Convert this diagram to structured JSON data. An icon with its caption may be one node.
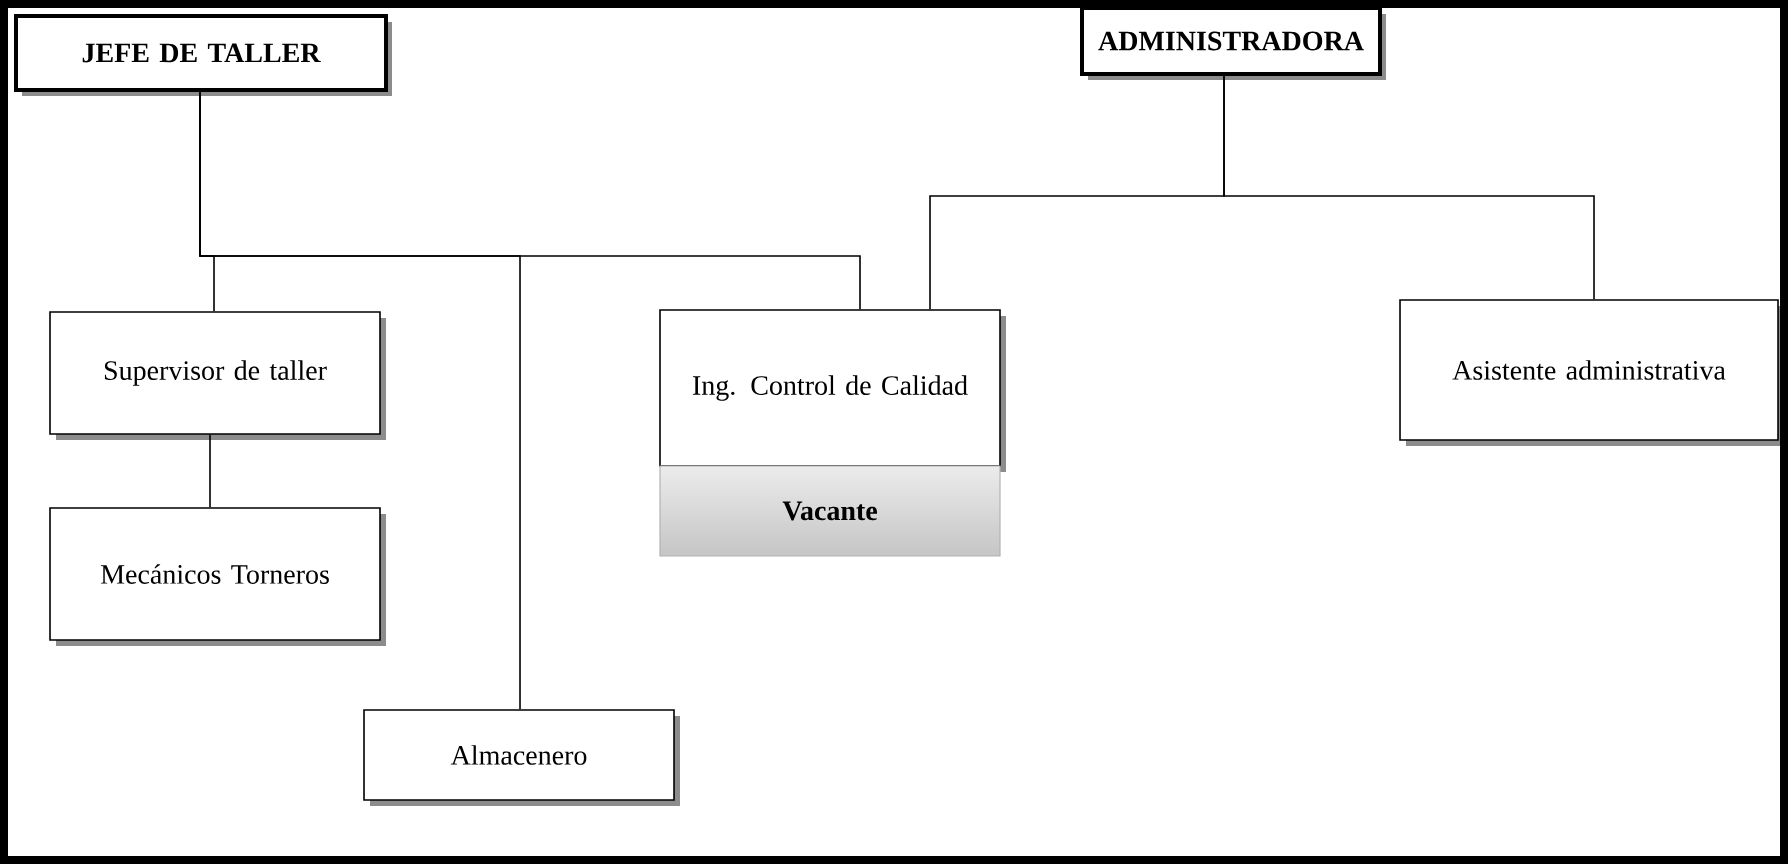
{
  "diagram": {
    "nodes": [
      {
        "text": [
          "JEFE DE TALLER"
        ]
      },
      {
        "text": [
          "ADMINISTRADORA"
        ]
      },
      {
        "text": [
          "Supervisor de taller"
        ]
      },
      {
        "text": [
          "Ing. Control de Calidad"
        ]
      },
      {
        "text": [
          "Vacante"
        ]
      },
      {
        "text": [
          "Asistente administrativa"
        ]
      },
      {
        "text": [
          "Mecánicos Torneros"
        ]
      },
      {
        "text": [
          "Almacenero"
        ]
      }
    ],
    "edges": [
      {
        "from": 0,
        "to": 2,
        "arrow": "none"
      },
      {
        "from": 0,
        "to": 7,
        "arrow": "none"
      },
      {
        "from": 0,
        "to": 3,
        "arrow": "none"
      },
      {
        "from": 1,
        "to": 3,
        "arrow": "none"
      },
      {
        "from": 1,
        "to": 5,
        "arrow": "none"
      },
      {
        "from": 2,
        "to": 6,
        "arrow": "none"
      }
    ]
  }
}
